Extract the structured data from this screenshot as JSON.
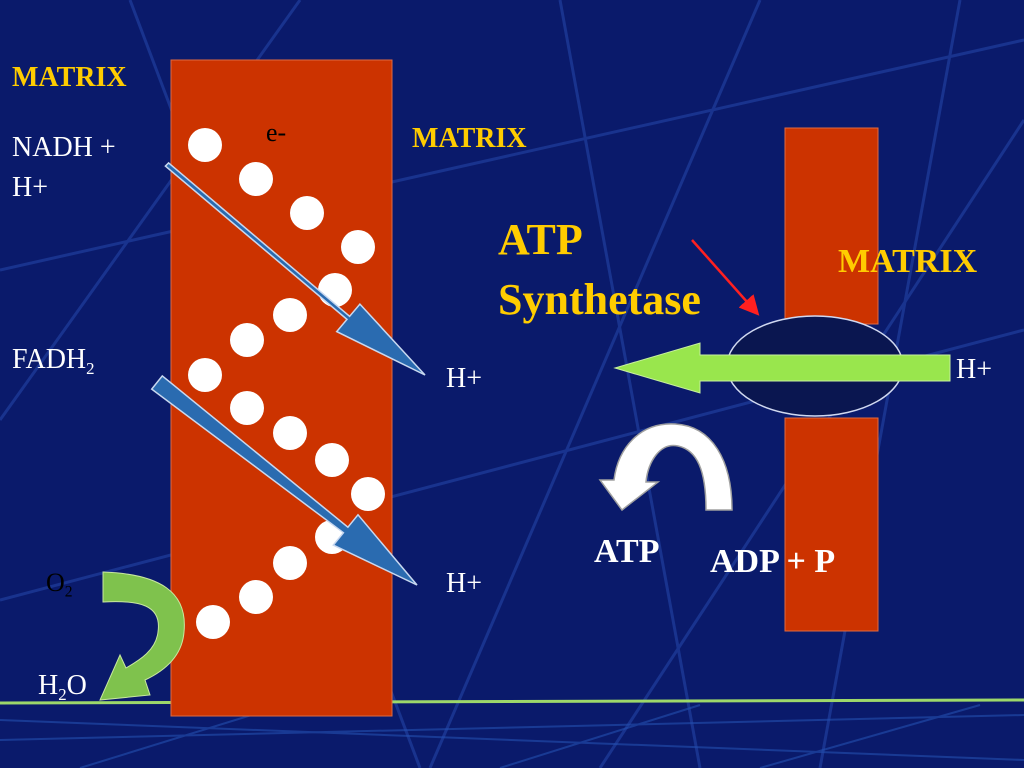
{
  "colors": {
    "background": "#0a1a6b",
    "membrane": "#cc3300",
    "label_yellow": "#ffcc00",
    "arrow_blue": "#2a6bb0",
    "arrow_green": "#99e64d",
    "electron": "#ffffff",
    "synthetase_body": "#0a1650"
  },
  "labels": {
    "matrix_left": "MATRIX",
    "matrix_middle": "MATRIX",
    "matrix_right": "MATRIX",
    "nadh": "NADH +",
    "nadh_h": "H+",
    "fadh_main": "FADH",
    "fadh_sub": "2",
    "electron": "e-",
    "h_plus_1": "H+",
    "h_plus_2": "H+",
    "h_plus_3": "H+",
    "o2_main": "O",
    "o2_sub": "2",
    "h2o_h": "H",
    "h2o_sub": "2",
    "h2o_o": "O",
    "atp_synthetase_line1": "ATP",
    "atp_synthetase_line2": "Synthetase",
    "atp": "ATP",
    "adp_p": "ADP + P"
  },
  "icons": {
    "electron_carrier": "white-circle",
    "proton_pump_arrow": "blue-diagonal-arrow",
    "proton_flow_arrow": "green-left-arrow",
    "oxygen_reduction_arrow": "green-curved-arrow",
    "atp_conversion_arrow": "white-curved-arrow",
    "pointer": "red-pointer-arrow"
  }
}
